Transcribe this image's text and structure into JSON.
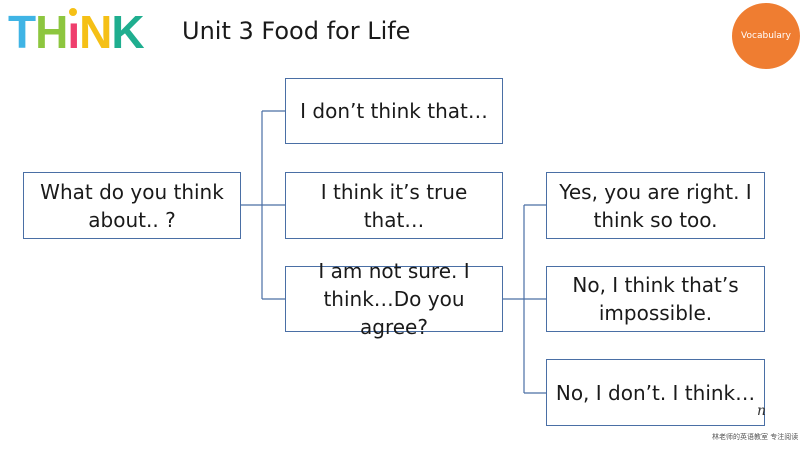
{
  "header": {
    "logo_letters": [
      {
        "char": "T",
        "color": "#3fb4e5"
      },
      {
        "char": "H",
        "color": "#8dc63f"
      },
      {
        "char": "ı",
        "color": "#ef3e6d"
      },
      {
        "char": "N",
        "color": "#f5c016"
      },
      {
        "char": "K",
        "color": "#1fae8f"
      }
    ],
    "title": "Unit 3 Food for Life",
    "badge": "Vocabulary"
  },
  "diagram": {
    "root": "What do you think about.. ?",
    "branches": [
      "I don’t think that…",
      "I think it’s  true that…",
      "I am not sure. I think…Do you agree?"
    ],
    "responses": [
      "Yes, you are right. I think so too.",
      "No, I think that’s impossible.",
      "No, I don’t.  I think…"
    ]
  },
  "footer": {
    "watermark": "林老师的英语教室 专注阅读",
    "signature": "n"
  },
  "colors": {
    "box_border": "#4a6fa5",
    "line": "#4a6fa5",
    "badge": "#ef7d31"
  }
}
